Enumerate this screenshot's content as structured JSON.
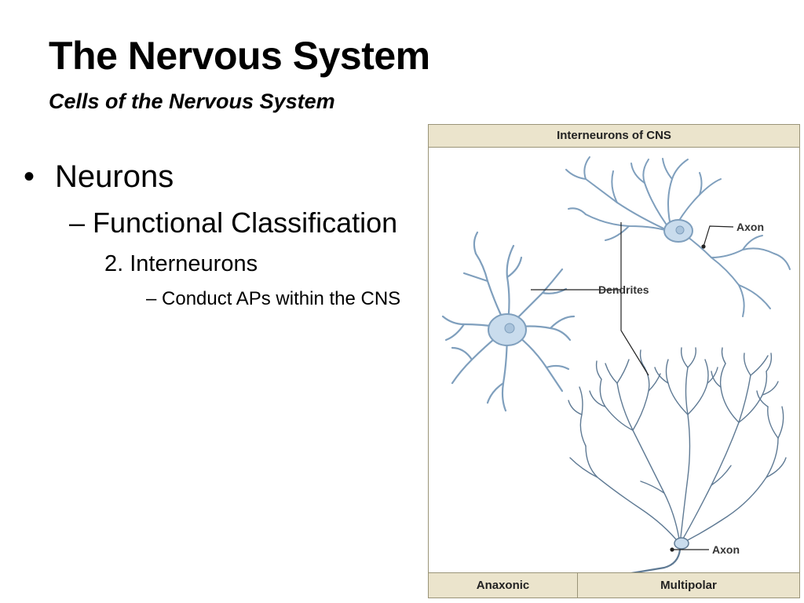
{
  "slide": {
    "title": "The Nervous System",
    "subtitle": "Cells of the Nervous System"
  },
  "bullets": {
    "level1_marker": "•",
    "level1": "Neurons",
    "level2": "– Functional Classification",
    "level3": "2.  Interneurons",
    "level4": "– Conduct APs within the CNS"
  },
  "figure": {
    "header": "Interneurons of CNS",
    "label_axon_top": "Axon",
    "label_dendrites": "Dendrites",
    "label_axon_bottom": "Axon",
    "footer_left": "Anaxonic",
    "footer_right": "Multipolar",
    "colors": {
      "header_bg": "#ebe4cc",
      "neuron_fill": "#c9dced",
      "neuron_stroke": "#7f9fbd",
      "dense_stroke": "#5f7a94"
    }
  }
}
